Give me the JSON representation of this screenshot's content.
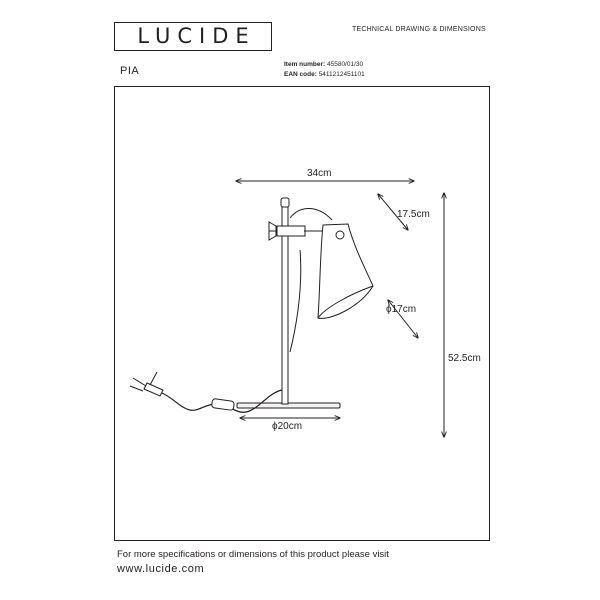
{
  "brand": {
    "logo_text": "LUCIDE"
  },
  "header": {
    "doc_type": "TECHNICAL DRAWING & DIMENSIONS"
  },
  "product": {
    "name": "PIA",
    "item_number_label": "Item number:",
    "item_number_value": "45580/01/30",
    "ean_label": "EAN code:",
    "ean_value": "5411212451101"
  },
  "dimensions": {
    "width": "34cm",
    "shade_depth": "17.5cm",
    "shade_diameter": "ϕ17cm",
    "height": "52.5cm",
    "base_diameter": "ϕ20cm"
  },
  "footer": {
    "text": "For more specifications or dimensions of this product please visit",
    "url": "www.lucide.com"
  }
}
